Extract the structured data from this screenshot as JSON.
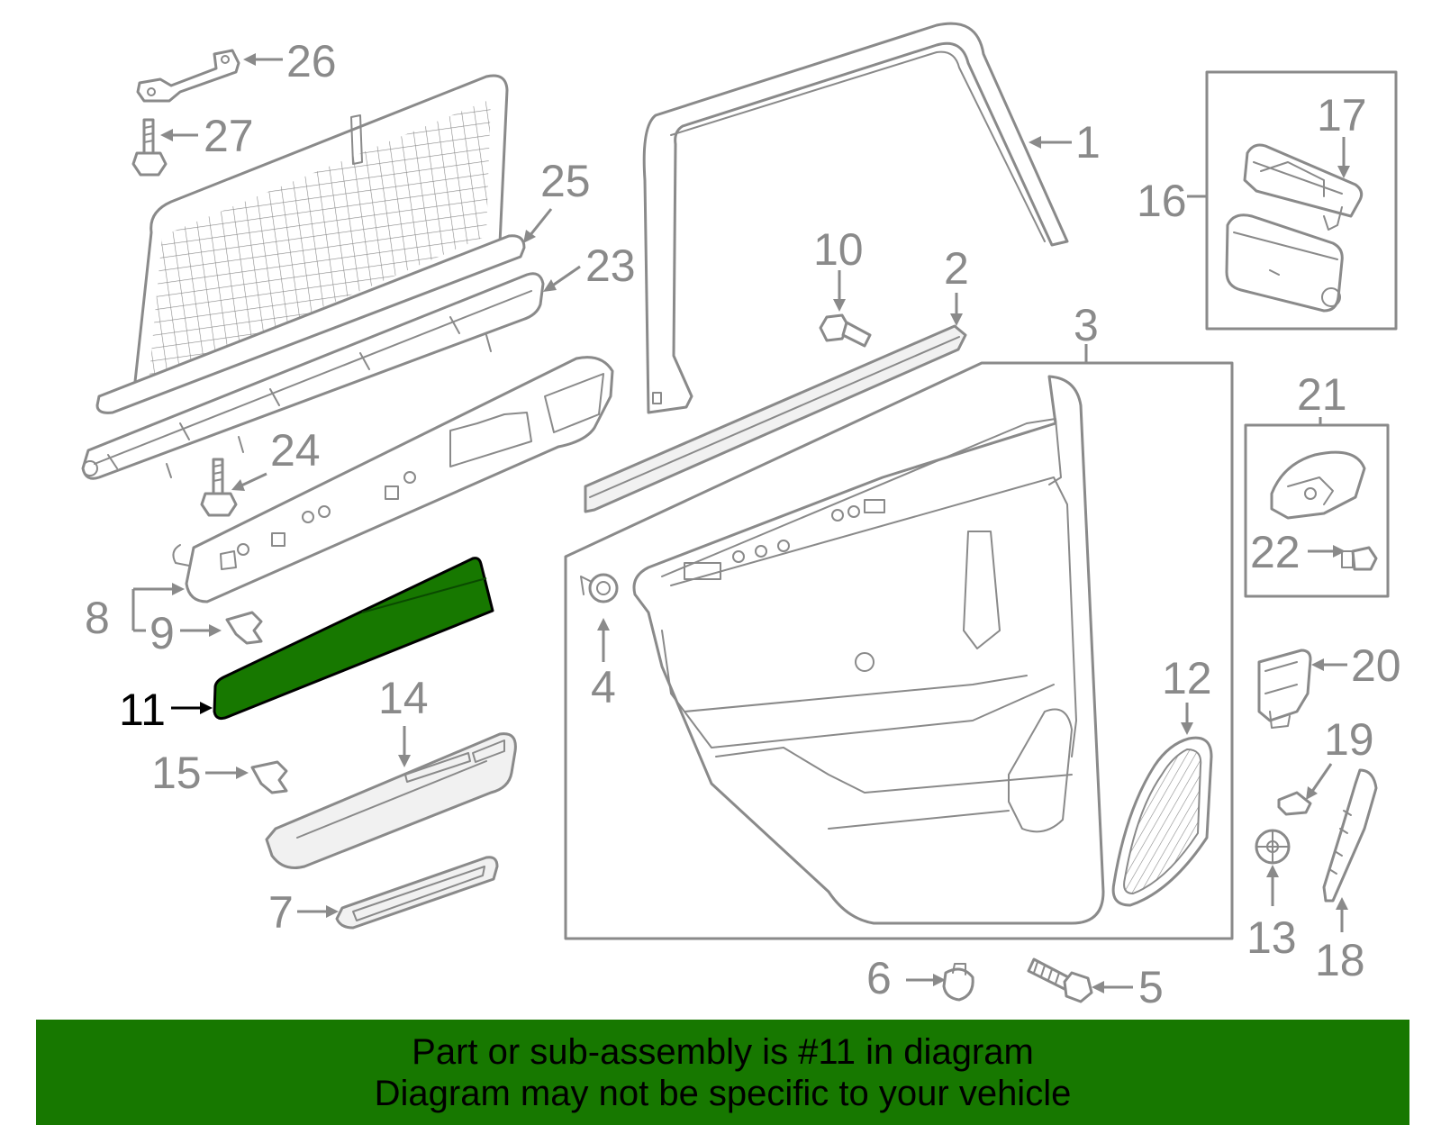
{
  "diagram": {
    "callouts": {
      "c1": "1",
      "c2": "2",
      "c3": "3",
      "c4": "4",
      "c5": "5",
      "c6": "6",
      "c7": "7",
      "c8": "8",
      "c9": "9",
      "c10": "10",
      "c11": "11",
      "c12": "12",
      "c13": "13",
      "c14": "14",
      "c15": "15",
      "c16": "16",
      "c17": "17",
      "c18": "18",
      "c19": "19",
      "c20": "20",
      "c21": "21",
      "c22": "22",
      "c23": "23",
      "c24": "24",
      "c25": "25",
      "c26": "26",
      "c27": "27"
    },
    "highlighted_part": "11",
    "colors": {
      "highlight_fill": "#177800",
      "line_gray": "#8a8a8a",
      "banner_background": "#177800"
    }
  },
  "banner": {
    "line1": "Part or sub-assembly is #11 in diagram",
    "line2": "Diagram may not be specific to your vehicle"
  }
}
